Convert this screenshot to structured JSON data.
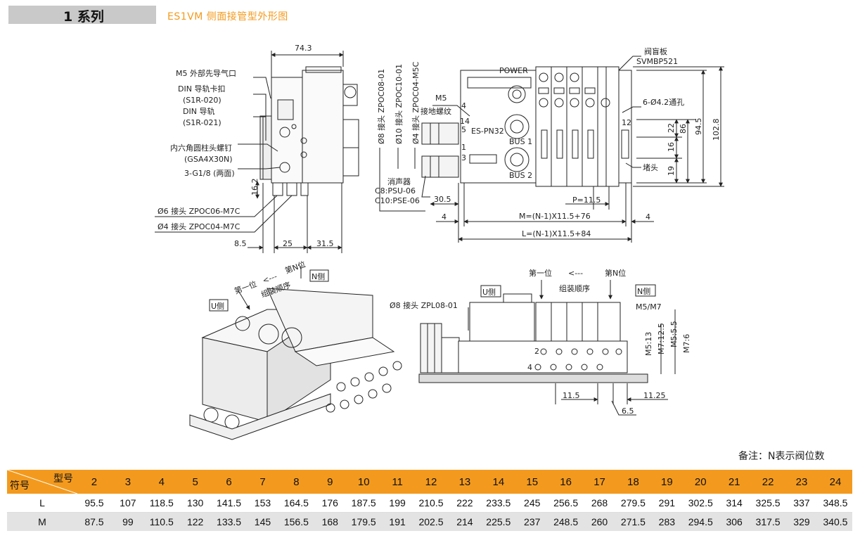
{
  "header": {
    "series": "1 系列",
    "title": "ES1VM 侧面接管型外形图"
  },
  "left_view": {
    "dim_top": "74.3",
    "callouts": [
      "M5 外部先导气口",
      "DIN 导轨卡扣",
      "(S1R-020)",
      "DIN 导轨",
      "(S1R-021)",
      "内六角圆柱头螺钉",
      "(GSA4X30N)",
      "3-G1/8 (两面)"
    ],
    "dim_16_2": "16.2",
    "fitting_6": "Ø6 接头 ZPOC06-M7C",
    "fitting_4": "Ø4 接头 ZPOC04-M7C",
    "dim_8_5": "8.5",
    "dim_25": "25",
    "dim_31_5": "31.5"
  },
  "vertical_labels": {
    "v1": "Ø8 接头 ZPOC08-01",
    "v2": "Ø10 接头 ZPOC10-01",
    "v3": "Ø4 接头 ZPOC04-M5C"
  },
  "front_view": {
    "m5": "M5",
    "ground_screw": "接地螺纹",
    "silencer": "消声器",
    "silencer_c8": "C8:PSU-06",
    "silencer_c10": "C10:PSE-06",
    "dim_30_5": "30.5",
    "dim_4_left": "4",
    "dim_4_right": "4",
    "pitch": "P=11.5",
    "formula_m": "M=(N-1)X11.5+76",
    "formula_l": "L=(N-1)X11.5+84",
    "blank_plate": "阀盲板",
    "blank_plate_model": "SVMBP521",
    "thru_hole": "6-Ø4.2通孔",
    "plug": "堵头",
    "dim_22": "22",
    "dim_86": "86",
    "dim_16": "16",
    "dim_19": "19",
    "dim_94_5": "94.5",
    "dim_102_8": "102.8",
    "port_labels": [
      "4",
      "5",
      "14",
      "1",
      "3",
      "12"
    ],
    "module_texts": [
      "POWER",
      "ES-PN32",
      "BUS 1",
      "BUS 2"
    ]
  },
  "iso_view": {
    "first": "第一位",
    "arrow": "<---",
    "nth": "第N位",
    "order": "组装顺序",
    "n_side": "N侧",
    "u_side": "U侧"
  },
  "bottom_view": {
    "fitting_8": "Ø8 接头 ZPL08-01",
    "u_side": "U侧",
    "first": "第一位",
    "arrow": "<---",
    "nth": "第N位",
    "order": "组装顺序",
    "n_side": "N侧",
    "m5m7": "M5/M7",
    "m5_13": "M5:13",
    "m7_12_5": "M7:12.5",
    "m5_5_5": "M5:5.5",
    "m7_6": "M7:6",
    "port2": "2",
    "port4": "4",
    "dim_11_5": "11.5",
    "dim_11_25": "11.25",
    "dim_6_5": "6.5"
  },
  "note": "备注：N表示阀位数",
  "table": {
    "corner_top": "型号",
    "corner_bottom": "符号",
    "models": [
      "2",
      "3",
      "4",
      "5",
      "6",
      "7",
      "8",
      "9",
      "10",
      "11",
      "12",
      "13",
      "14",
      "15",
      "16",
      "17",
      "18",
      "19",
      "20",
      "21",
      "22",
      "23",
      "24"
    ],
    "rows": [
      {
        "label": "L",
        "values": [
          "95.5",
          "107",
          "118.5",
          "130",
          "141.5",
          "153",
          "164.5",
          "176",
          "187.5",
          "199",
          "210.5",
          "222",
          "233.5",
          "245",
          "256.5",
          "268",
          "279.5",
          "291",
          "302.5",
          "314",
          "325.5",
          "337",
          "348.5"
        ]
      },
      {
        "label": "M",
        "values": [
          "87.5",
          "99",
          "110.5",
          "122",
          "133.5",
          "145",
          "156.5",
          "168",
          "179.5",
          "191",
          "202.5",
          "214",
          "225.5",
          "237",
          "248.5",
          "260",
          "271.5",
          "283",
          "294.5",
          "306",
          "317.5",
          "329",
          "340.5"
        ]
      }
    ]
  },
  "colors": {
    "accent": "#f39a1e",
    "header_grey": "#c9c9c9",
    "row_grey": "#e3e3e3"
  }
}
